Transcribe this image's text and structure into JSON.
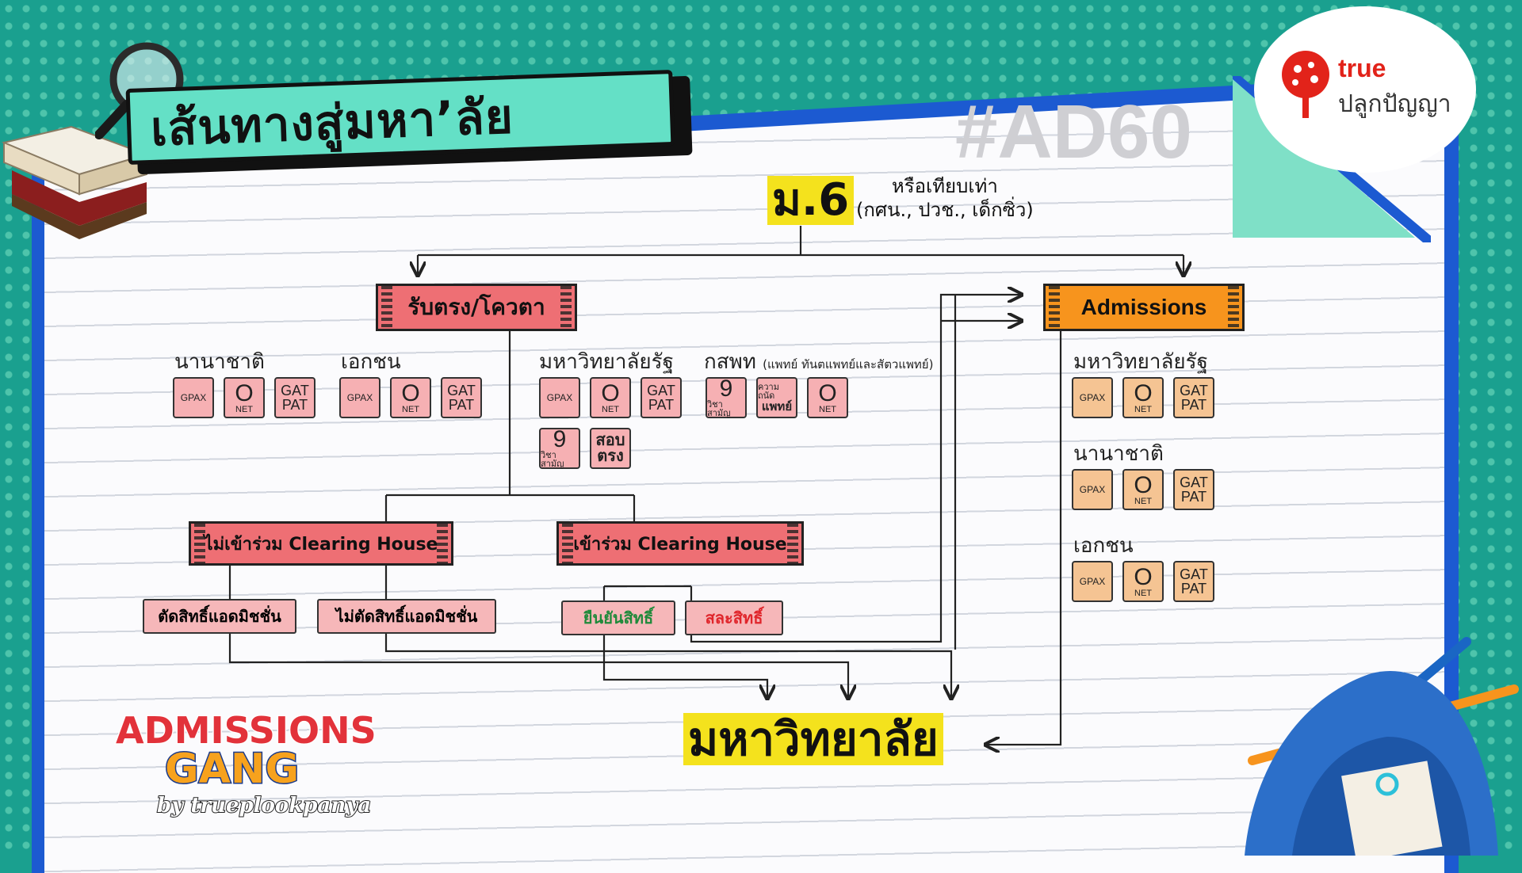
{
  "title": "เส้นทางสู่มหา’ลัย",
  "hashtag": "#AD60",
  "logo": {
    "brand": "true",
    "sub": "ปลูกปัญญา"
  },
  "start": {
    "label": "ม.6",
    "note_line1": "หรือเทียบเท่า",
    "note_line2": "(กศน., ปวช., เด็กซิ่ว)"
  },
  "direct": {
    "label": "รับตรง/โควตา",
    "groups": [
      {
        "label": "นานาชาติ",
        "reqs": [
          "GPAX",
          "O NET",
          "GAT PAT"
        ]
      },
      {
        "label": "เอกชน",
        "reqs": [
          "GPAX",
          "O NET",
          "GAT PAT"
        ]
      },
      {
        "label": "มหาวิทยาลัยรัฐ",
        "reqs": [
          "GPAX",
          "O NET",
          "GAT PAT",
          "9 วิชาสามัญ",
          "สอบตรง"
        ]
      },
      {
        "label": "กสพท",
        "note": "(แพทย์ ทันตแพทย์และสัตวแพทย์)",
        "reqs": [
          "9 วิชาสามัญ",
          "ความถนัดแพทย์",
          "O NET"
        ]
      }
    ],
    "not_join": {
      "label": "ไม่เข้าร่วม Clearing House",
      "results": [
        "ตัดสิทธิ์แอดมิชชั่น",
        "ไม่ตัดสิทธิ์แอดมิชชั่น"
      ]
    },
    "join": {
      "label": "เข้าร่วม Clearing House",
      "results": [
        "ยืนยันสิทธิ์",
        "สละสิทธิ์"
      ]
    }
  },
  "admissions": {
    "label": "Admissions",
    "groups": [
      {
        "label": "มหาวิทยาลัยรัฐ",
        "reqs": [
          "GPAX",
          "O NET",
          "GAT PAT"
        ]
      },
      {
        "label": "นานาชาติ",
        "reqs": [
          "GPAX",
          "O NET",
          "GAT PAT"
        ]
      },
      {
        "label": "เอกชน",
        "reqs": [
          "GPAX",
          "O NET",
          "GAT PAT"
        ]
      }
    ]
  },
  "end": {
    "label": "มหาวิทยาลัย"
  },
  "tokens": {
    "gpax": "GPAX",
    "o": "O",
    "net": "NET",
    "gat": "GAT",
    "pat": "PAT",
    "nine": "9",
    "saman": "วิชาสามัญ",
    "sob": "สอบ",
    "trong": "ตรง",
    "med_top": "ความถนัด",
    "med_bot": "แพทย์"
  },
  "branding": {
    "gang_line1": "ADMISSIONS",
    "gang_line2": "GANG",
    "gang_by": "by trueplookpanya"
  },
  "colors": {
    "accent_red": "#ee6f74",
    "accent_orange": "#f7941d",
    "highlight": "#f4e21d",
    "confirm_green": "#1f8a3a",
    "forfeit_red": "#e0252b"
  }
}
